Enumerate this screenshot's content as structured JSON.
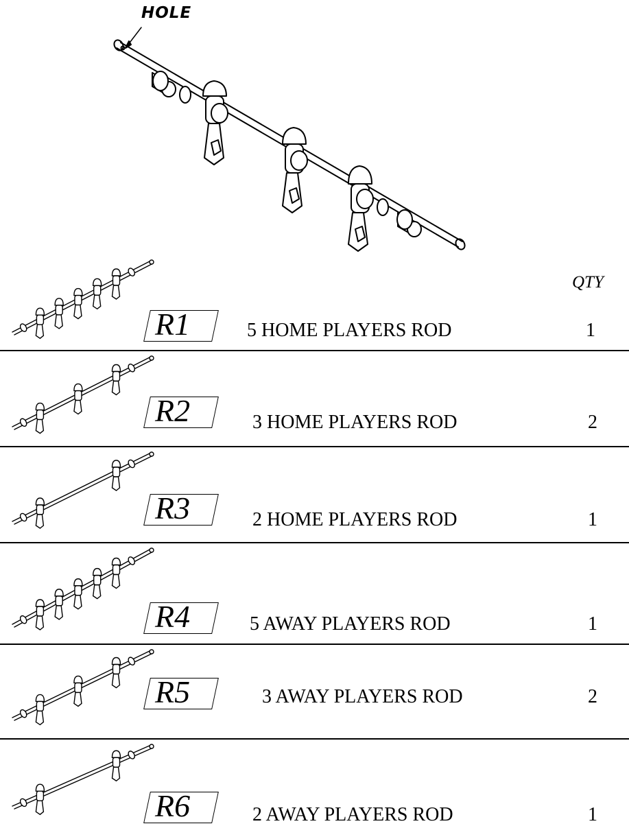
{
  "hero": {
    "hole_label": "HOLE"
  },
  "qty_header": "QTY",
  "rods": [
    {
      "code": "R1",
      "description": "5 HOME PLAYERS ROD",
      "qty": "1",
      "players": 5
    },
    {
      "code": "R2",
      "description": "3 HOME PLAYERS ROD",
      "qty": "2",
      "players": 3
    },
    {
      "code": "R3",
      "description": "2 HOME PLAYERS ROD",
      "qty": "1",
      "players": 2
    },
    {
      "code": "R4",
      "description": "5 AWAY PLAYERS ROD",
      "qty": "1",
      "players": 5
    },
    {
      "code": "R5",
      "description": "3 AWAY PLAYERS ROD",
      "qty": "2",
      "players": 3
    },
    {
      "code": "R6",
      "description": "2 AWAY PLAYERS ROD",
      "qty": "1",
      "players": 2
    }
  ]
}
